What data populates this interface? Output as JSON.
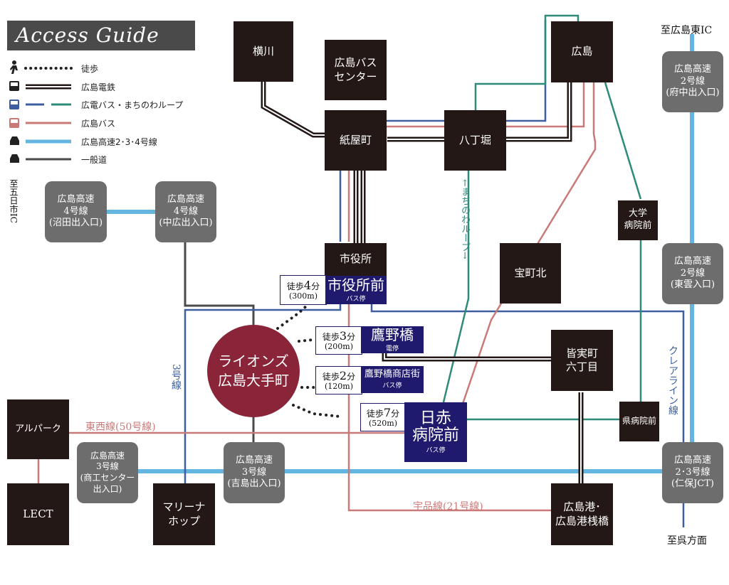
{
  "title": "Access Guide",
  "legend": [
    {
      "label": "徒歩",
      "icon": "walker-icon"
    },
    {
      "label": "広島電鉄",
      "icon": "tram-icon"
    },
    {
      "label": "広電バス・まちのわループ",
      "icon": "bus-icon"
    },
    {
      "label": "広島バス",
      "icon": "bus-icon"
    },
    {
      "label": "広島高速2･3･4号線",
      "icon": "car-icon"
    },
    {
      "label": "一般道",
      "icon": "car-icon"
    }
  ],
  "colors": {
    "walk": "#222222",
    "tram": "#231815",
    "hiroden_bus": "#3d5fa0",
    "machinowa_loop": "#2e8b7a",
    "hiroshima_bus": "#c97a78",
    "expressway": "#64b5e0",
    "general_road": "#4a4a4a",
    "site": "#8a2438",
    "bus_stop": "#1f1a6e"
  },
  "stations": {
    "yokogawa": "横川",
    "bus_center": "広島バス\nセンター",
    "hiroshima": "広島",
    "kamiyacho": "紙屋町",
    "hatchobori": "八丁堀",
    "shiyakusho": "市役所",
    "takaramachi_kita": "宝町北",
    "daigaku_byoinmae": "大学\n病院前",
    "minamimachi_6": "皆実町\n六丁目",
    "ken_byoinmae": "県病院前",
    "alpark": "アルパーク",
    "lect": "LECT",
    "marina_hop": "マリーナ\nホップ",
    "hiroshima_port": "広島港･\n広島港桟橋"
  },
  "expressway_ramps": {
    "numata": "広島高速\n4号線\n(沼田出入口)",
    "nakahiro": "広島高速\n4号線\n(中広出入口)",
    "fuchu": "広島高速\n2号線\n(府中出入口)",
    "higashi_kumo": "広島高速\n2号線\n(東雲入口)",
    "shoko_center": "広島高速\n3号線\n(商工センター出入口)",
    "yoshijima": "広島高速\n3号線\n(吉島出入口)",
    "nihoji": "広島高速\n2･3号線\n(仁保JCT)"
  },
  "bus_stops": {
    "shiyakushomae": {
      "name": "市役所前",
      "type": "バス停"
    },
    "takanobashi": {
      "name": "鷹野橋",
      "type": "電停"
    },
    "takanobashi_shotengai": {
      "name": "鷹野橋商店街",
      "type": "バス停"
    },
    "nisseki_byoinmae": {
      "name": "日赤\n病院前",
      "type": "バス停"
    }
  },
  "walks": [
    {
      "time_label": "徒歩",
      "minutes": "4",
      "unit": "分",
      "distance": "(300m)"
    },
    {
      "time_label": "徒歩",
      "minutes": "3",
      "unit": "分",
      "distance": "(200m)"
    },
    {
      "time_label": "徒歩",
      "minutes": "2",
      "unit": "分",
      "distance": "(120m)"
    },
    {
      "time_label": "徒歩",
      "minutes": "7",
      "unit": "分",
      "distance": "(520m)"
    }
  ],
  "site": "ライオンズ\n広島大手町",
  "route_labels": {
    "to_higashi_ic": "至広島東IC",
    "to_itsukaichi_ic": "至五日市IC",
    "to_kure": "至呉方面",
    "route3": "3号線",
    "tozai": "東西線(50号線)",
    "ujina": "宇品線(21号線)",
    "clear_line": "クレアライン線",
    "machinowa": "←まちのわループ→"
  }
}
